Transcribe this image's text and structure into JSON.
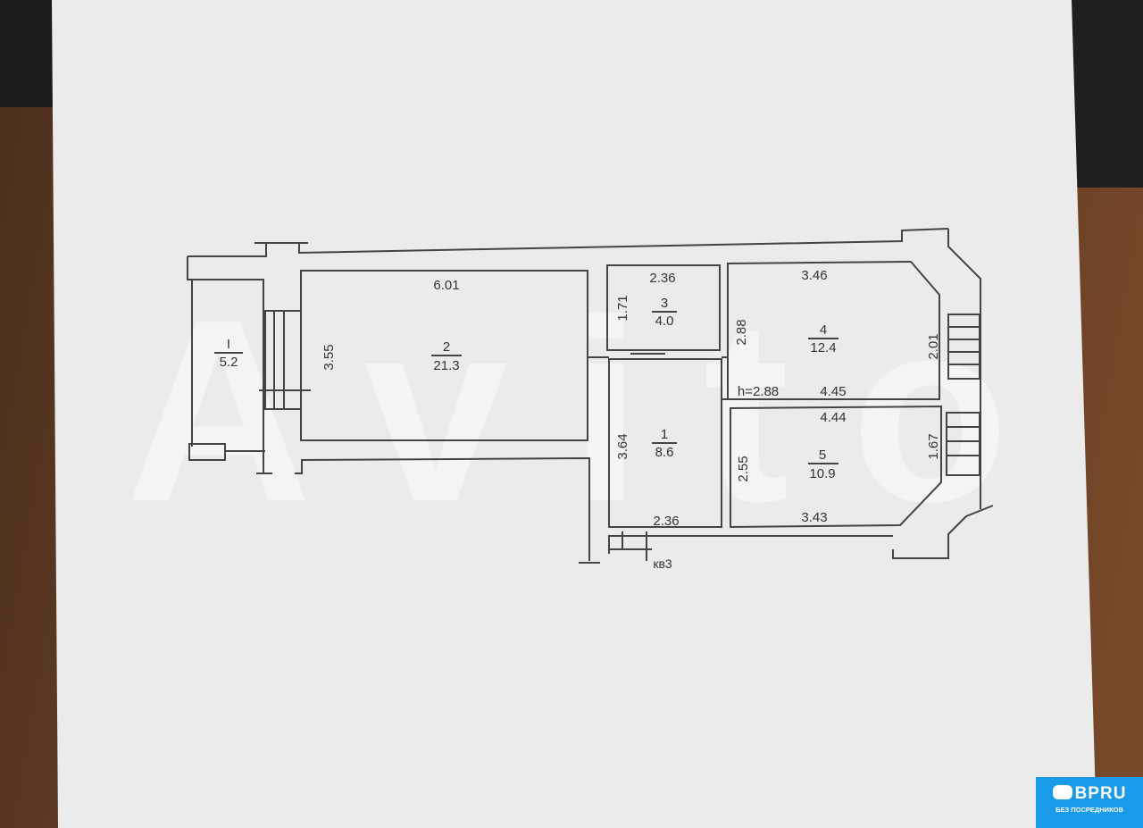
{
  "plan": {
    "apartment_label": "кв3",
    "ceiling_height": "h=2.88",
    "rooms": [
      {
        "number": "I",
        "area": "5.2"
      },
      {
        "number": "2",
        "area": "21.3",
        "dims": [
          "6.01",
          "3.55"
        ]
      },
      {
        "number": "3",
        "area": "4.0",
        "dims": [
          "2.36",
          "1.71"
        ]
      },
      {
        "number": "1",
        "area": "8.6",
        "dims": [
          "3.64",
          "2.36"
        ]
      },
      {
        "number": "4",
        "area": "12.4",
        "dims": [
          "3.46",
          "2.88",
          "2.01",
          "4.45"
        ]
      },
      {
        "number": "5",
        "area": "10.9",
        "dims": [
          "4.44",
          "2.55",
          "1.67",
          "3.43"
        ]
      }
    ]
  },
  "watermark": "Avito",
  "logo": {
    "brand": "BPRU",
    "tagline": "БЕЗ ПОСРЕДНИКОВ"
  }
}
